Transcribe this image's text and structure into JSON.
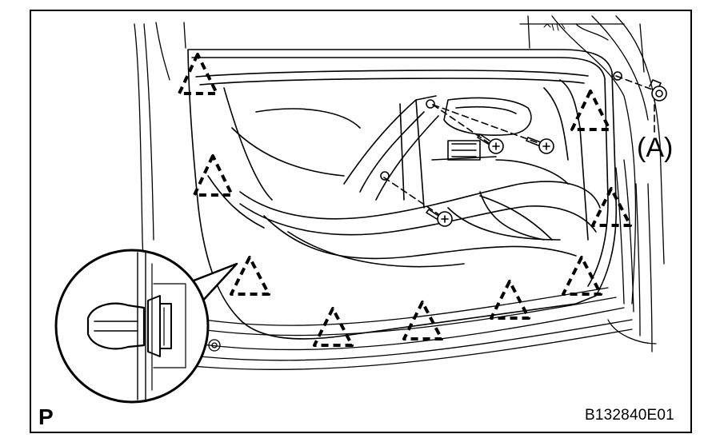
{
  "figure": {
    "callout_label": "(A)",
    "view_code": "P",
    "figure_id": "B132840E01"
  },
  "clip_markers": [
    {
      "name": "clip-top-left"
    },
    {
      "name": "clip-left-upper"
    },
    {
      "name": "clip-left-lower"
    },
    {
      "name": "clip-bottom-1"
    },
    {
      "name": "clip-bottom-2"
    },
    {
      "name": "clip-bottom-3"
    },
    {
      "name": "clip-bottom-right"
    },
    {
      "name": "clip-right-lower"
    },
    {
      "name": "clip-top-right"
    }
  ],
  "screws": [
    {
      "name": "screw-1"
    },
    {
      "name": "screw-2"
    },
    {
      "name": "screw-3"
    }
  ]
}
